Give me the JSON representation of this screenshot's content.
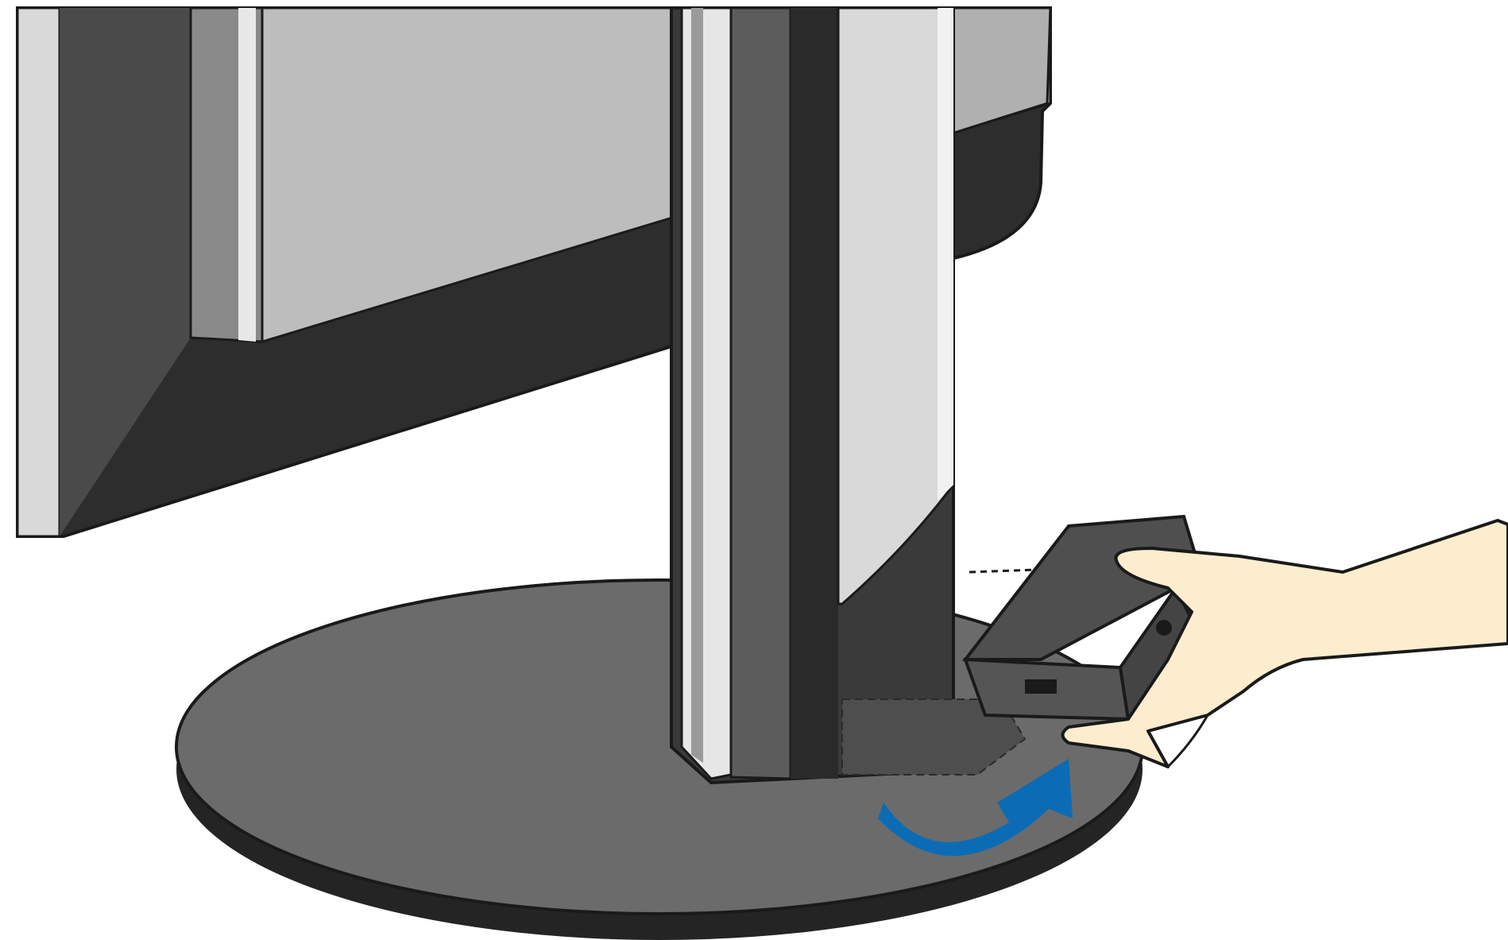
{
  "diagram": {
    "type": "technical-illustration",
    "subject": "",
    "text_labels": [],
    "parts": [
      {
        "id": "monitor-panel",
        "icon": "monitor-icon"
      },
      {
        "id": "stand-column",
        "icon": "stand-icon"
      },
      {
        "id": "stand-base",
        "icon": "base-icon"
      },
      {
        "id": "cable-cover",
        "icon": "cover-icon"
      },
      {
        "id": "hand",
        "icon": "hand-icon"
      },
      {
        "id": "rotation-arrow",
        "icon": "curved-arrow-icon"
      }
    ],
    "colors": {
      "background": "#ffffff",
      "panel_dark": "#2d2d2d",
      "panel_mid": "#4a4a4a",
      "panel_light": "#bdbdbd",
      "column_light": "#dcdcdc",
      "column_dark": "#3a3a3a",
      "base": "#6b6b6b",
      "base_shadow": "#242424",
      "cover": "#4f4f4f",
      "skin": "#fdedcf",
      "arrow": "#0b6cb5"
    }
  }
}
